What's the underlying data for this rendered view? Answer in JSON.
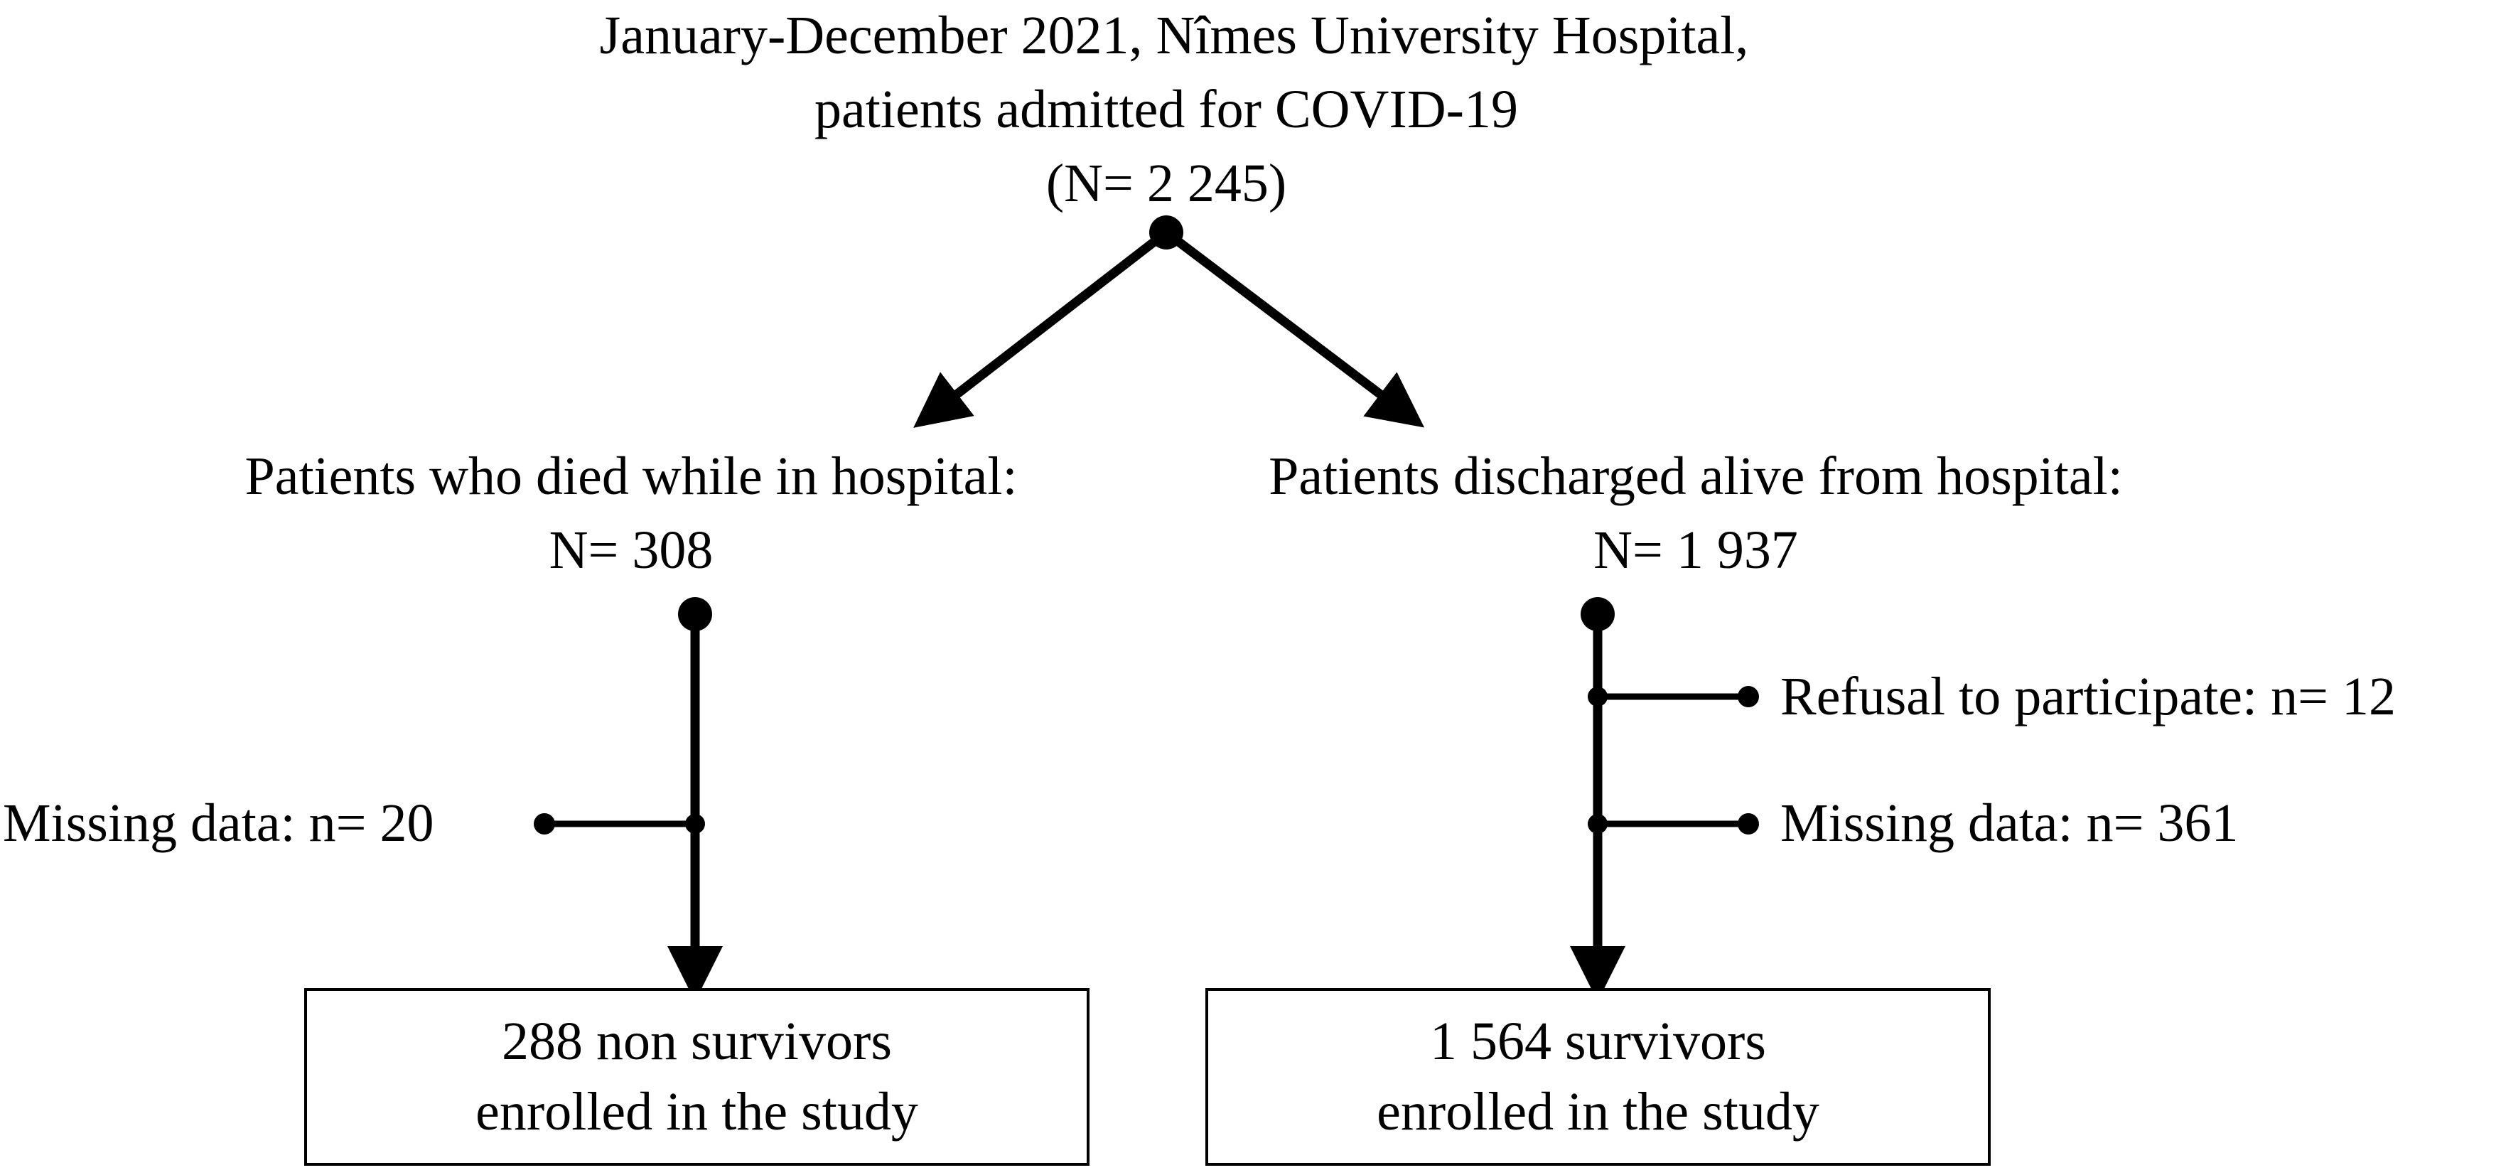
{
  "root": {
    "line1": "January-December 2021, Nîmes University Hospital,",
    "line2": "patients admitted for COVID-19",
    "line3": "(N= 2 245)"
  },
  "left_branch": {
    "title": "Patients who died while in hospital:",
    "count": "N= 308",
    "exclusion": "Missing data: n= 20",
    "result_line1": "288 non survivors",
    "result_line2": "enrolled in the study"
  },
  "right_branch": {
    "title": "Patients discharged alive from hospital:",
    "count": "N= 1 937",
    "exclusion_1": "Refusal to participate: n= 12",
    "exclusion_2": "Missing data: n= 361",
    "result_line1": "1 564 survivors",
    "result_line2": "enrolled in the study"
  }
}
